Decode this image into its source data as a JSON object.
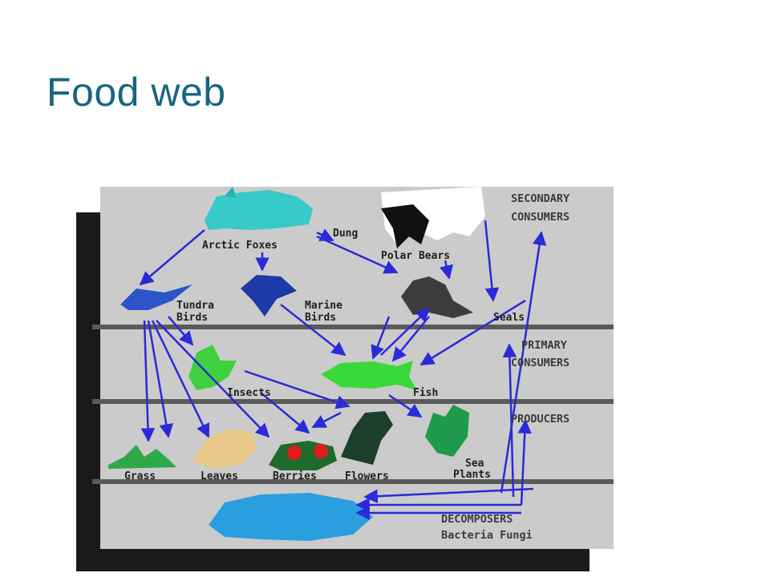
{
  "slide": {
    "title": "Food web"
  },
  "levels": {
    "secondary_line1": "SECONDARY",
    "secondary_line2": "CONSUMERS",
    "primary_line1": "PRIMARY",
    "primary_line2": "CONSUMERS",
    "producers": "PRODUCERS",
    "decomposers": "DECOMPOSERS",
    "bacteria_fungi": "Bacteria Fungi"
  },
  "organisms": {
    "arctic_foxes": "Arctic Foxes",
    "dung": "Dung",
    "polar_bears": "Polar Bears",
    "tundra": "Tundra",
    "birds": "Birds",
    "marine": "Marine",
    "marine_birds": "Birds",
    "seals": "Seals",
    "insects": "Insects",
    "fish": "Fish",
    "grass": "Grass",
    "leaves": "Leaves",
    "berries": "Berries",
    "flowers": "Flowers",
    "sea": "Sea",
    "plants": "Plants"
  },
  "colors": {
    "title": "#17667f",
    "arrow": "#2a2ad8",
    "panel": "#c9c9c9",
    "frame": "#1a1a1a"
  }
}
